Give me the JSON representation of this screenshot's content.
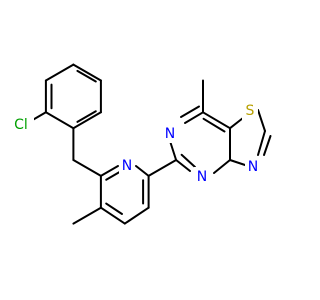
{
  "molecule": {
    "atoms": {
      "chlorine": "Cl",
      "pyridine_n": "N",
      "pyrimidine_n_top": "N",
      "pyrimidine_n_bottom": "N",
      "thiazole_s": "S",
      "thiazole_n": "N"
    }
  },
  "colors": {
    "bond": "#000000",
    "nitrogen": "#0000ff",
    "sulfur": "#b8a000",
    "chlorine": "#00a000"
  }
}
